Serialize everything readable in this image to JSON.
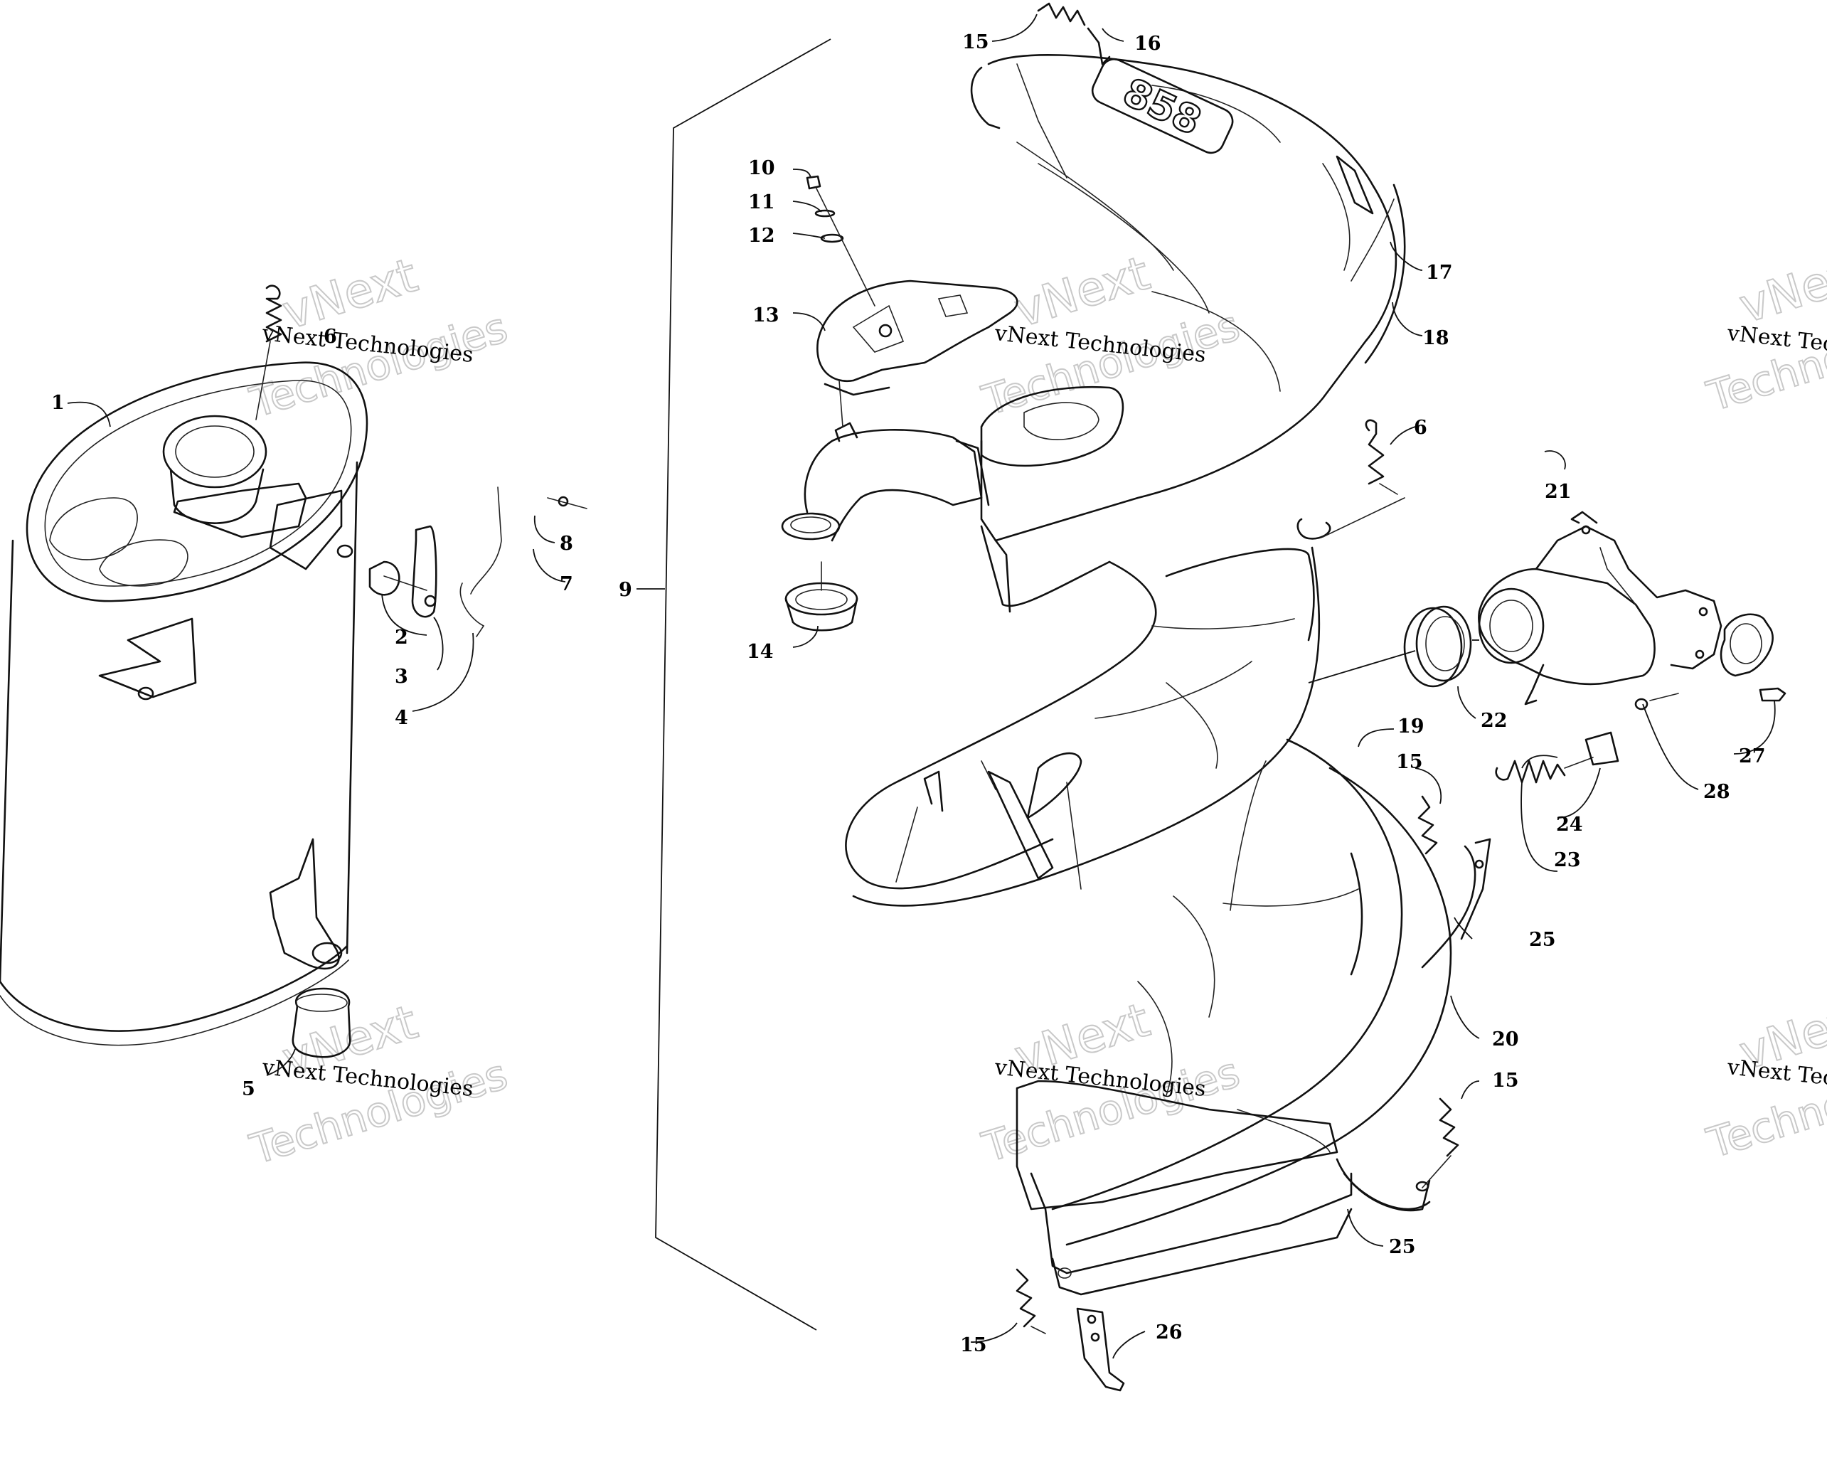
{
  "diagram": {
    "callouts": [
      "1",
      "2",
      "3",
      "4",
      "5",
      "6",
      "6",
      "7",
      "8",
      "9",
      "10",
      "11",
      "12",
      "13",
      "14",
      "15",
      "15",
      "15",
      "15",
      "16",
      "17",
      "18",
      "19",
      "20",
      "21",
      "22",
      "23",
      "24",
      "25",
      "25",
      "26",
      "27",
      "28"
    ],
    "parts_logo_text": "858"
  },
  "watermark": {
    "small_text": "vNext Technologies",
    "large_top": "vNext",
    "large_bottom": "Technologies"
  }
}
